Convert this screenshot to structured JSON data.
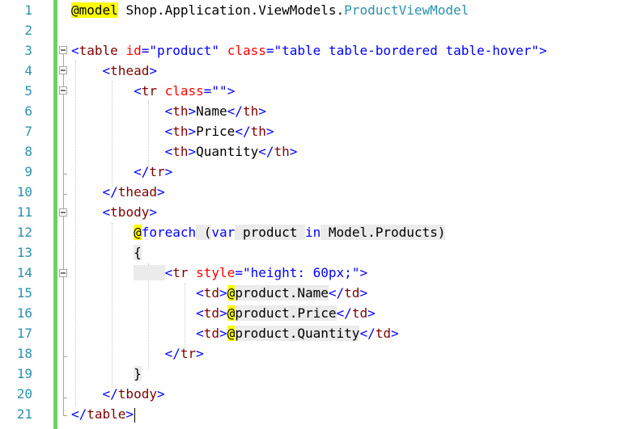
{
  "editor": {
    "colors": {
      "line_number": "#2b91af",
      "change_bar": "#6cd262",
      "razor_highlight": "#ffff00",
      "csharp_background": "#ebebeb",
      "html_tag": "#800000",
      "html_delimiter": "#0000ff",
      "html_attribute": "#ff0000",
      "html_string": "#0000ff",
      "keyword": "#0000ff",
      "type": "#2b91af"
    },
    "line_numbers": [
      "1",
      "2",
      "3",
      "4",
      "5",
      "6",
      "7",
      "8",
      "9",
      "10",
      "11",
      "12",
      "13",
      "14",
      "15",
      "16",
      "17",
      "18",
      "19",
      "20",
      "21"
    ],
    "lines": [
      [
        {
          "t": "razor",
          "s": "@"
        },
        {
          "t": "razor",
          "s": "model"
        },
        {
          "t": "plain",
          "s": " Shop.Application.ViewModels."
        },
        {
          "t": "type",
          "s": "ProductViewModel"
        }
      ],
      [],
      [
        {
          "t": "delim",
          "s": "<"
        },
        {
          "t": "tag",
          "s": "table"
        },
        {
          "t": "plain",
          "s": " "
        },
        {
          "t": "attr",
          "s": "id"
        },
        {
          "t": "delim",
          "s": "="
        },
        {
          "t": "str",
          "s": "\"product\""
        },
        {
          "t": "plain",
          "s": " "
        },
        {
          "t": "attr",
          "s": "class"
        },
        {
          "t": "delim",
          "s": "="
        },
        {
          "t": "str",
          "s": "\"table table-bordered table-hover\""
        },
        {
          "t": "delim",
          "s": ">"
        }
      ],
      [
        {
          "t": "plain",
          "s": "    "
        },
        {
          "t": "delim",
          "s": "<"
        },
        {
          "t": "tag",
          "s": "thead"
        },
        {
          "t": "delim",
          "s": ">"
        }
      ],
      [
        {
          "t": "plain",
          "s": "        "
        },
        {
          "t": "delim",
          "s": "<"
        },
        {
          "t": "tag",
          "s": "tr"
        },
        {
          "t": "plain",
          "s": " "
        },
        {
          "t": "attr",
          "s": "class"
        },
        {
          "t": "delim",
          "s": "="
        },
        {
          "t": "str",
          "s": "\"\""
        },
        {
          "t": "delim",
          "s": ">"
        }
      ],
      [
        {
          "t": "plain",
          "s": "            "
        },
        {
          "t": "delim",
          "s": "<"
        },
        {
          "t": "tag",
          "s": "th"
        },
        {
          "t": "delim",
          "s": ">"
        },
        {
          "t": "plain",
          "s": "Name"
        },
        {
          "t": "delim",
          "s": "</"
        },
        {
          "t": "tag",
          "s": "th"
        },
        {
          "t": "delim",
          "s": ">"
        }
      ],
      [
        {
          "t": "plain",
          "s": "            "
        },
        {
          "t": "delim",
          "s": "<"
        },
        {
          "t": "tag",
          "s": "th"
        },
        {
          "t": "delim",
          "s": ">"
        },
        {
          "t": "plain",
          "s": "Price"
        },
        {
          "t": "delim",
          "s": "</"
        },
        {
          "t": "tag",
          "s": "th"
        },
        {
          "t": "delim",
          "s": ">"
        }
      ],
      [
        {
          "t": "plain",
          "s": "            "
        },
        {
          "t": "delim",
          "s": "<"
        },
        {
          "t": "tag",
          "s": "th"
        },
        {
          "t": "delim",
          "s": ">"
        },
        {
          "t": "plain",
          "s": "Quantity"
        },
        {
          "t": "delim",
          "s": "</"
        },
        {
          "t": "tag",
          "s": "th"
        },
        {
          "t": "delim",
          "s": ">"
        }
      ],
      [
        {
          "t": "plain",
          "s": "        "
        },
        {
          "t": "delim",
          "s": "</"
        },
        {
          "t": "tag",
          "s": "tr"
        },
        {
          "t": "delim",
          "s": ">"
        }
      ],
      [
        {
          "t": "plain",
          "s": "    "
        },
        {
          "t": "delim",
          "s": "</"
        },
        {
          "t": "tag",
          "s": "thead"
        },
        {
          "t": "delim",
          "s": ">"
        }
      ],
      [
        {
          "t": "plain",
          "s": "    "
        },
        {
          "t": "delim",
          "s": "<"
        },
        {
          "t": "tag",
          "s": "tbody"
        },
        {
          "t": "delim",
          "s": ">"
        }
      ],
      [
        {
          "t": "plain",
          "s": "        "
        },
        {
          "t": "razor",
          "s": "@"
        },
        {
          "t": "kw",
          "s": "foreach"
        },
        {
          "t": "cs",
          "s": " ("
        },
        {
          "t": "kw",
          "s": "var"
        },
        {
          "t": "cs",
          "s": " product "
        },
        {
          "t": "kw",
          "s": "in"
        },
        {
          "t": "cs",
          "s": " Model.Products)"
        }
      ],
      [
        {
          "t": "plain",
          "s": "        "
        },
        {
          "t": "cs",
          "s": "{"
        }
      ],
      [
        {
          "t": "plain",
          "s": "        "
        },
        {
          "t": "ws",
          "s": "    "
        },
        {
          "t": "delim",
          "s": "<"
        },
        {
          "t": "tag",
          "s": "tr"
        },
        {
          "t": "plain",
          "s": " "
        },
        {
          "t": "attr",
          "s": "style"
        },
        {
          "t": "delim",
          "s": "="
        },
        {
          "t": "str",
          "s": "\"height: 60px;\""
        },
        {
          "t": "delim",
          "s": ">"
        }
      ],
      [
        {
          "t": "plain",
          "s": "                "
        },
        {
          "t": "delim",
          "s": "<"
        },
        {
          "t": "tag",
          "s": "td"
        },
        {
          "t": "delim",
          "s": ">"
        },
        {
          "t": "razor",
          "s": "@"
        },
        {
          "t": "cs",
          "s": "product.Name"
        },
        {
          "t": "delim",
          "s": "</"
        },
        {
          "t": "tag",
          "s": "td"
        },
        {
          "t": "delim",
          "s": ">"
        }
      ],
      [
        {
          "t": "plain",
          "s": "                "
        },
        {
          "t": "delim",
          "s": "<"
        },
        {
          "t": "tag",
          "s": "td"
        },
        {
          "t": "delim",
          "s": ">"
        },
        {
          "t": "razor",
          "s": "@"
        },
        {
          "t": "cs",
          "s": "product.Price"
        },
        {
          "t": "delim",
          "s": "</"
        },
        {
          "t": "tag",
          "s": "td"
        },
        {
          "t": "delim",
          "s": ">"
        }
      ],
      [
        {
          "t": "plain",
          "s": "                "
        },
        {
          "t": "delim",
          "s": "<"
        },
        {
          "t": "tag",
          "s": "td"
        },
        {
          "t": "delim",
          "s": ">"
        },
        {
          "t": "razor",
          "s": "@"
        },
        {
          "t": "cs",
          "s": "product.Quantity"
        },
        {
          "t": "delim",
          "s": "</"
        },
        {
          "t": "tag",
          "s": "td"
        },
        {
          "t": "delim",
          "s": ">"
        }
      ],
      [
        {
          "t": "plain",
          "s": "            "
        },
        {
          "t": "delim",
          "s": "</"
        },
        {
          "t": "tag",
          "s": "tr"
        },
        {
          "t": "delim",
          "s": ">"
        }
      ],
      [
        {
          "t": "plain",
          "s": "        "
        },
        {
          "t": "cs",
          "s": "}"
        }
      ],
      [
        {
          "t": "plain",
          "s": "    "
        },
        {
          "t": "delim",
          "s": "</"
        },
        {
          "t": "tag",
          "s": "tbody"
        },
        {
          "t": "delim",
          "s": ">"
        }
      ],
      [
        {
          "t": "delim",
          "s": "</"
        },
        {
          "t": "tag",
          "s": "table"
        },
        {
          "t": "delim",
          "s": ">"
        }
      ]
    ],
    "caret_line": 21
  }
}
